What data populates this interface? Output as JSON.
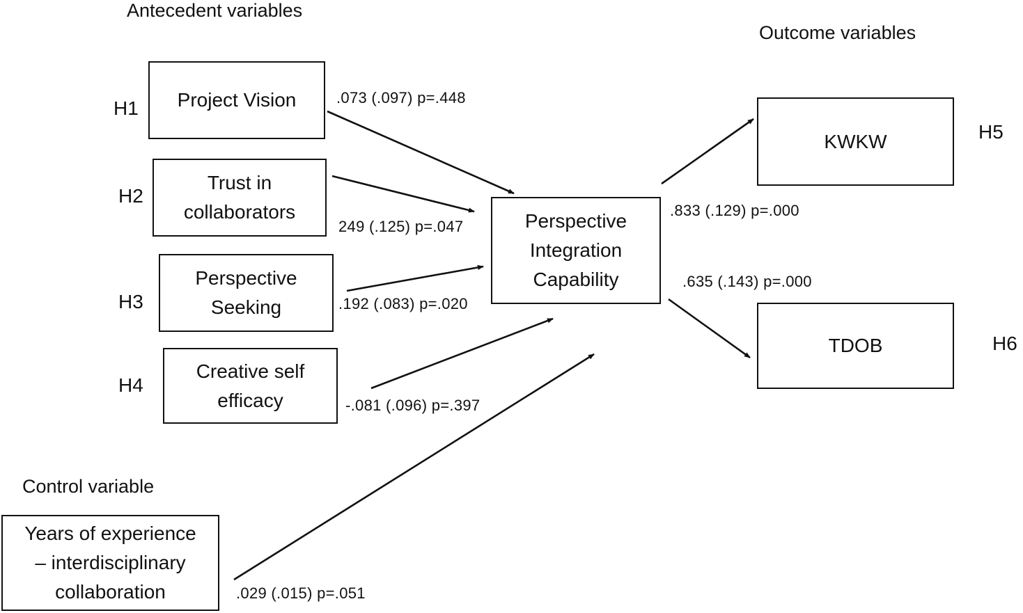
{
  "headings": {
    "antecedent": "Antecedent variables",
    "outcome": "Outcome variables",
    "control": "Control variable"
  },
  "antecedents": [
    {
      "hypothesis": "H1",
      "lines": [
        "Project Vision"
      ],
      "coefficient": ".073 (.097) p=.448"
    },
    {
      "hypothesis": "H2",
      "lines": [
        "Trust in",
        "collaborators"
      ],
      "coefficient": "249 (.125) p=.047"
    },
    {
      "hypothesis": "H3",
      "lines": [
        "Perspective",
        "Seeking"
      ],
      "coefficient": ".192 (.083) p=.020"
    },
    {
      "hypothesis": "H4",
      "lines": [
        "Creative self",
        "efficacy"
      ],
      "coefficient": "-.081 (.096) p=.397"
    }
  ],
  "mediator": {
    "lines": [
      "Perspective",
      "Integration",
      "Capability"
    ]
  },
  "outcomes": [
    {
      "hypothesis": "H5",
      "label": "KWKW",
      "coefficient": ".833 (.129) p=.000"
    },
    {
      "hypothesis": "H6",
      "label": "TDOB",
      "coefficient": ".635 (.143) p=.000"
    }
  ],
  "control": {
    "lines": [
      "Years of experience",
      "– interdisciplinary",
      "collaboration"
    ],
    "coefficient": ".029 (.015) p=.051"
  }
}
